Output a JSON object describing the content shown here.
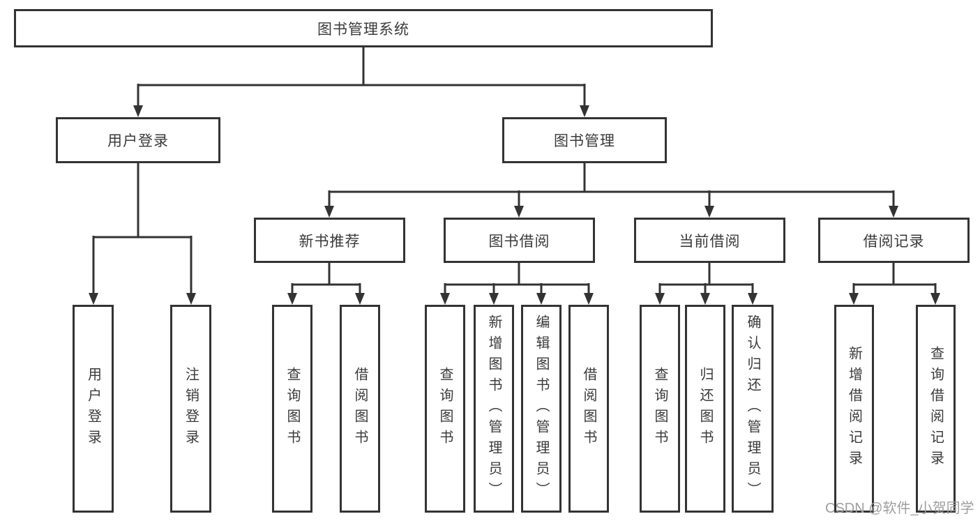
{
  "diagram": {
    "root": {
      "label": "图书管理系统"
    },
    "level2": [
      {
        "label": "用户登录",
        "children": [
          {
            "label": "用户登录"
          },
          {
            "label": "注销登录"
          }
        ]
      },
      {
        "label": "图书管理",
        "children": [
          {
            "label": "新书推荐",
            "children": [
              {
                "label": "查询图书"
              },
              {
                "label": "借阅图书"
              }
            ]
          },
          {
            "label": "图书借阅",
            "children": [
              {
                "label": "查询图书"
              },
              {
                "label": "新增图书（管理员）"
              },
              {
                "label": "编辑图书（管理员）"
              },
              {
                "label": "借阅图书"
              }
            ]
          },
          {
            "label": "当前借阅",
            "children": [
              {
                "label": "查询图书"
              },
              {
                "label": "归还图书"
              },
              {
                "label": "确认归还（管理员）"
              }
            ]
          },
          {
            "label": "借阅记录",
            "children": [
              {
                "label": "新增借阅记录"
              },
              {
                "label": "查询借阅记录"
              }
            ]
          }
        ]
      }
    ]
  },
  "watermark": "CSDN @软件_小贺同学",
  "colors": {
    "line": "#333333",
    "text": "#3a3a3a",
    "background": "#ffffff",
    "box-bg": "#ffffff",
    "watermark": "#9e9e9e"
  }
}
